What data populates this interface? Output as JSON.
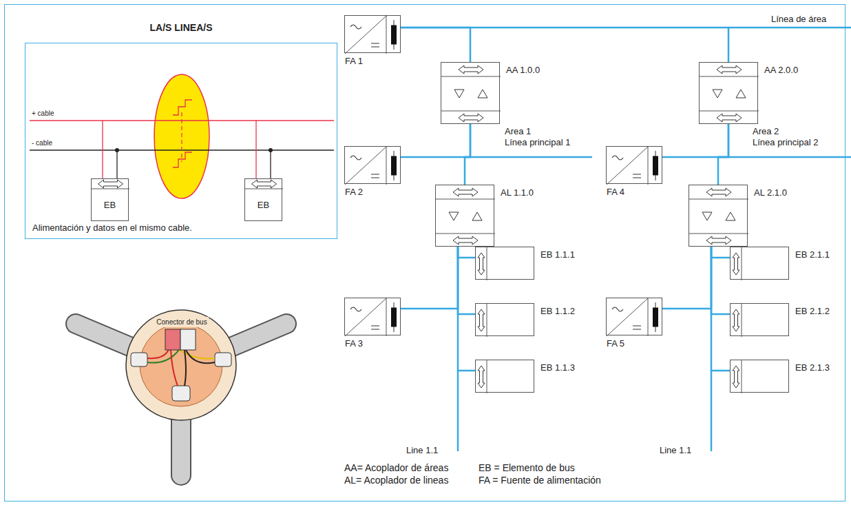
{
  "diagram": {
    "title": "LA/S LINEA/S",
    "nodes": [
      {
        "text": [
          "Alimentación y datos en el mismo cable."
        ]
      },
      {
        "text": [
          "EB"
        ],
        "in": 0
      },
      {
        "text": [
          "EB"
        ],
        "in": 0
      },
      {
        "text": [
          "FA 1"
        ]
      },
      {
        "text": [
          "AA 1.0.0"
        ]
      },
      {
        "text": [
          "AA 2.0.0"
        ]
      },
      {
        "text": [
          "FA 2"
        ]
      },
      {
        "text": [
          "AL 1.1.0"
        ]
      },
      {
        "text": [
          "FA 4"
        ]
      },
      {
        "text": [
          "AL 2.1.0"
        ]
      },
      {
        "text": [
          "EB 1.1.1"
        ]
      },
      {
        "text": [
          "EB 2.1.1"
        ]
      },
      {
        "text": [
          "FA 3"
        ]
      },
      {
        "text": [
          "EB 1.1.2"
        ]
      },
      {
        "text": [
          "FA 5"
        ]
      },
      {
        "text": [
          "EB 2.1.2"
        ]
      },
      {
        "text": [
          "EB 1.1.3"
        ]
      },
      {
        "text": [
          "EB 2.1.3"
        ]
      }
    ],
    "edges": [
      {
        "from": 3,
        "to": 4,
        "arrow": "none"
      },
      {
        "from": 3,
        "to": 5,
        "arrow": "none"
      },
      {
        "from": 4,
        "to": 6,
        "arrow": "none"
      },
      {
        "from": 4,
        "to": 7,
        "arrow": "none"
      },
      {
        "from": 5,
        "to": 8,
        "arrow": "none"
      },
      {
        "from": 5,
        "to": 9,
        "arrow": "none"
      },
      {
        "from": 7,
        "to": 12,
        "arrow": "none"
      },
      {
        "from": 7,
        "to": 10,
        "arrow": "none"
      },
      {
        "from": 7,
        "to": 13,
        "arrow": "none"
      },
      {
        "from": 7,
        "to": 16,
        "arrow": "none"
      },
      {
        "from": 9,
        "to": 14,
        "arrow": "none"
      },
      {
        "from": 9,
        "to": 11,
        "arrow": "none"
      },
      {
        "from": 9,
        "to": 15,
        "arrow": "none"
      },
      {
        "from": 9,
        "to": 17,
        "arrow": "none"
      }
    ],
    "labels": [
      "+ cable",
      "- cable",
      "Conector de bus",
      "Línea de área",
      "Area 1",
      "Línea principal 1",
      "Area 2",
      "Línea principal 2",
      "Line 1.1",
      "Line 1.1",
      "AA= Acoplador de áreas",
      "AL= Acoplador de lineas",
      "EB = Elemento de bus",
      "FA = Fuente de alimentación"
    ]
  }
}
